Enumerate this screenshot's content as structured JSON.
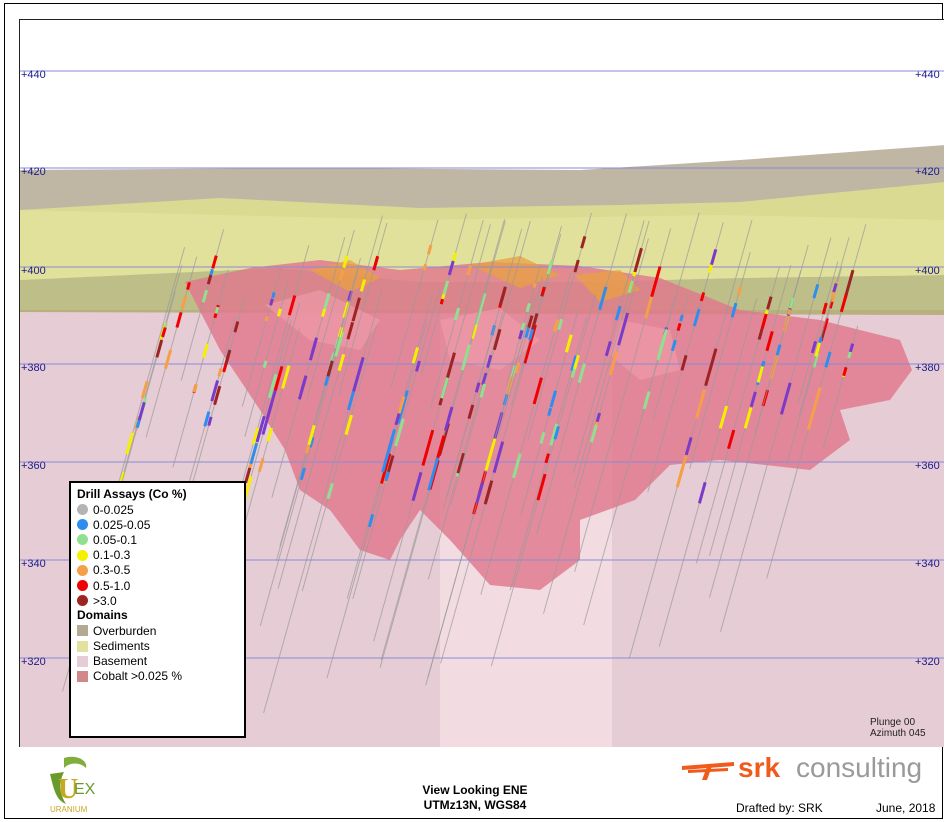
{
  "axis": {
    "left_labels": [
      "+440",
      "+420",
      "+400",
      "+380",
      "+360",
      "+340",
      "+320"
    ],
    "right_labels": [
      "+440",
      "+420",
      "+400",
      "+380",
      "+360",
      "+340",
      "+320"
    ],
    "grid_color": "#8a8ad8"
  },
  "legend": {
    "assay_title": "Drill Assays (Co %)",
    "assays": [
      {
        "label": "0-0.025",
        "color": "#b4b4b4"
      },
      {
        "label": "0.025-0.05",
        "color": "#2e8ef0"
      },
      {
        "label": "0.05-0.1",
        "color": "#90e090"
      },
      {
        "label": "0.1-0.3",
        "color": "#f5f000"
      },
      {
        "label": "0.3-0.5",
        "color": "#f5a048"
      },
      {
        "label": "0.5-1.0",
        "color": "#f00000"
      },
      {
        "label": ">3.0",
        "color": "#9c2424"
      }
    ],
    "domains_title": "Domains",
    "domains": [
      {
        "label": "Overburden",
        "color": "#b4aa94"
      },
      {
        "label": "Sediments",
        "color": "#e2e2a0"
      },
      {
        "label": "Basement",
        "color": "#e6ccd4"
      },
      {
        "label": "Cobalt >0.025 %",
        "color": "#d08888"
      }
    ]
  },
  "orientation": {
    "plunge": "Plunge 00",
    "azimuth": "Azimuth 045"
  },
  "footer": {
    "view_line1": "View Looking ENE",
    "view_line2": "UTMz13N, WGS84",
    "brand_bold": "srk",
    "brand_light": "consulting",
    "drafted": "Drafted by: SRK",
    "date": "June, 2018",
    "logo_text": "URANIUM",
    "logo_letters": "EX"
  }
}
